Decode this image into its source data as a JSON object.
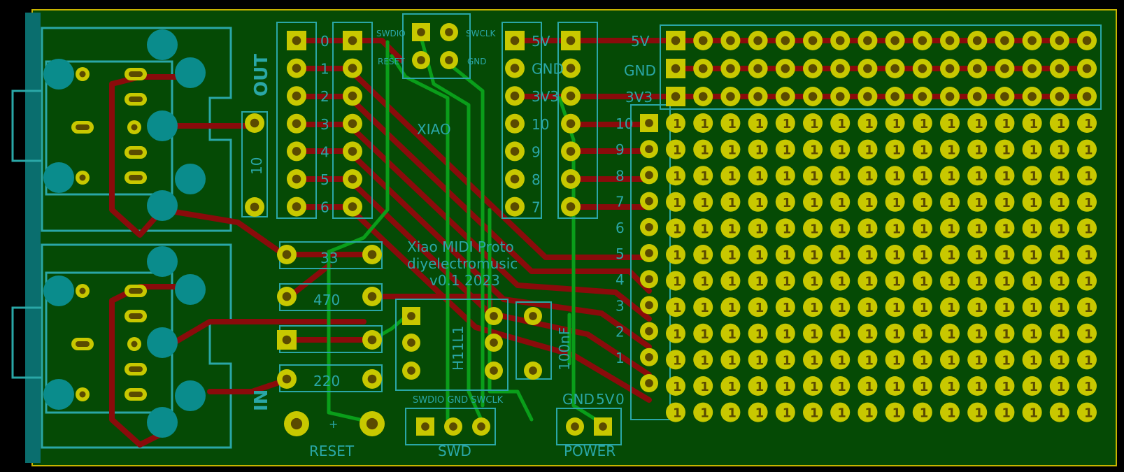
{
  "board": {
    "title_line1": "Xiao MIDI Proto",
    "title_line2": "diyelectromusic",
    "title_line3": "v0.1 2023"
  },
  "labels": {
    "out": "OUT",
    "in": "IN",
    "reset": "RESET",
    "swd": "SWD",
    "power": "POWER",
    "xiao": "XIAO",
    "h11l1": "H11L1",
    "cap": "100nF",
    "r10": "10",
    "r33": "33",
    "r470": "470",
    "r220": "220",
    "plus": "+",
    "swdio": "SWDIO",
    "swclk": "SWCLK",
    "reset_pad": "RESET",
    "gnd_pad": "GND",
    "rail_5v": "5V",
    "rail_gnd": "GND",
    "rail_3v3": "3V3",
    "power_gnd": "GND",
    "power_5v": "5V",
    "power_0": "0",
    "swd_row": "SWDIO GND SWCLK"
  },
  "left_pins": [
    "0",
    "1",
    "2",
    "3",
    "4",
    "5",
    "6"
  ],
  "right_pins": [
    "5V",
    "GND",
    "3V3",
    "10",
    "9",
    "8",
    "7"
  ],
  "right_side_pins": [
    "5V",
    "GND",
    "3V3",
    "10",
    "9",
    "8",
    "7"
  ],
  "header_pins": [
    "10",
    "9",
    "8",
    "7",
    "6",
    "5",
    "4",
    "3",
    "2",
    "1"
  ],
  "proto_pad_label": "1",
  "colors": {
    "board": "#054a05",
    "fcu": "#8a0b0b",
    "bcu": "#0a9e1a",
    "silk": "#2aa7a7",
    "pad": "#c8c800",
    "edge": "#c8b400"
  }
}
